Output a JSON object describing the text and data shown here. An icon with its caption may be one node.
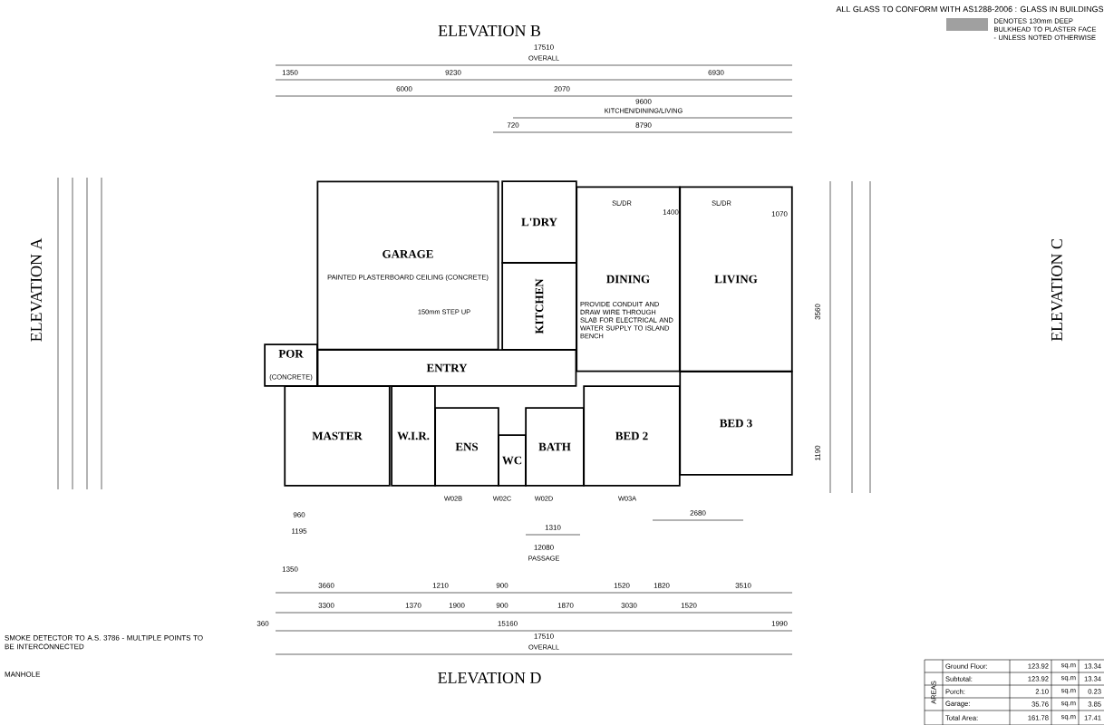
{
  "diagram": {
    "nodes": [
      {
        "text": [
          "GARAGE",
          "PAINTED PLASTERBOARD CEILING (CONCRETE)"
        ]
      },
      {
        "text": [
          "L'DRY"
        ]
      },
      {
        "text": [
          "KITCHEN"
        ]
      },
      {
        "text": [
          "DINING"
        ]
      },
      {
        "text": [
          "LIVING"
        ]
      },
      {
        "text": [
          "POR",
          "(CONCRETE)"
        ]
      },
      {
        "text": [
          "ENTRY"
        ]
      },
      {
        "text": [
          "MASTER"
        ]
      },
      {
        "text": [
          "W.I.R."
        ]
      },
      {
        "text": [
          "ENS"
        ]
      },
      {
        "text": [
          "WC"
        ]
      },
      {
        "text": [
          "BATH"
        ]
      },
      {
        "text": [
          "BED 2"
        ]
      },
      {
        "text": [
          "BED 3"
        ]
      }
    ],
    "edges": [],
    "labels": [
      "ALL GLASS TO CONFORM WITH AS1288-2006 : GLASS IN BUILDINGS",
      "ELEVATION B",
      "17510",
      "OVERALL",
      "1350",
      "9230",
      "6930",
      "6000",
      "2070",
      "9600",
      "KITCHEN/DINING/LIVING",
      "720",
      "8790",
      "ELEVATION A",
      "ELEVATION C",
      "1400",
      "1070",
      "3560",
      "1190",
      "2680",
      "1310",
      "960",
      "1195",
      "12080",
      "PASSAGE",
      "1350",
      "3660",
      "3300",
      "1370",
      "1210",
      "1900",
      "900",
      "900",
      "1870",
      "1520",
      "1820",
      "3030",
      "1520",
      "3510",
      "360",
      "15160",
      "1990",
      "17510",
      "OVERALL",
      "ELEVATION D",
      "SMOKE DETECTOR TO A.S. 3786 - MULTIPLE POINTS TO BE INTERCONNECTED",
      "MANHOLE",
      "150mm STEP UP",
      "SL/DR",
      "SL/DR",
      "W02B",
      "W02C",
      "W02D",
      "W03A",
      "PROVIDE CONDUIT AND DRAW WIRE THROUGH SLAB FOR ELECTRICAL AND WATER SUPPLY TO ISLAND BENCH",
      "AREAS",
      "Ground Floor:",
      "123.92",
      "sq.m",
      "13.34",
      "Subtotal:",
      "123.92",
      "sq.m",
      "13.34",
      "Porch:",
      "2.10",
      "sq.m",
      "0.23",
      "Garage:",
      "35.76",
      "sq.m",
      "3.85",
      "Total Area:",
      "161.78",
      "sq.m",
      "17.41"
    ],
    "legend": [
      {
        "text": "DENOTES 130mm DEEP BULKHEAD TO PLASTER FACE - UNLESS NOTED OTHERWISE",
        "color": "#a0a0a0"
      }
    ]
  }
}
